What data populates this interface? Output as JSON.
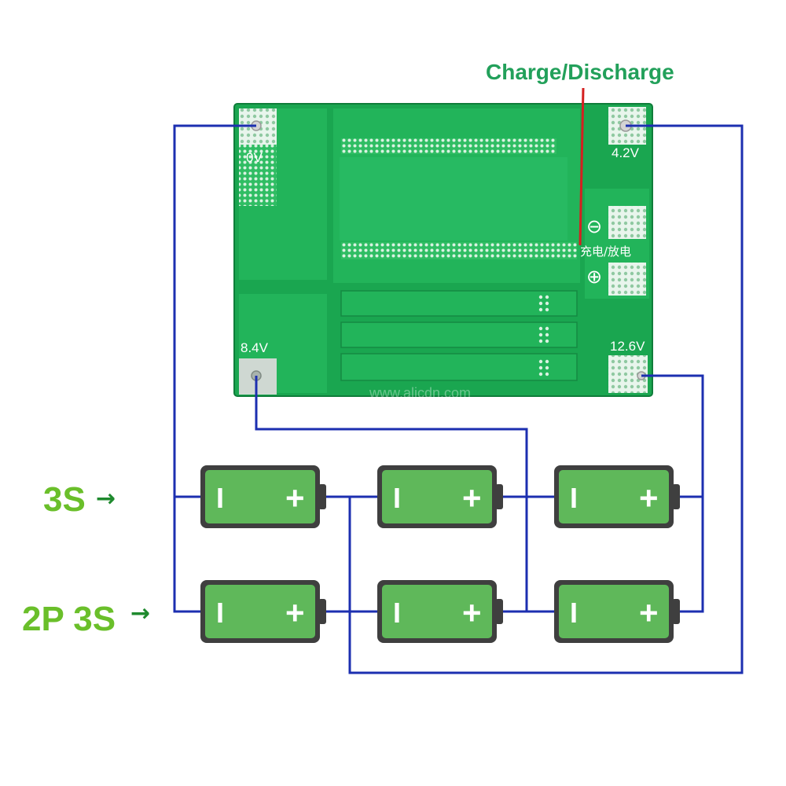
{
  "labels": {
    "charge_discharge": "Charge/Discharge",
    "cn_charge_discharge": "充电/放电",
    "pad_0v": "0V",
    "pad_4v2": "4.2V",
    "pad_8v4": "8.4V",
    "pad_12v6": "12.6V",
    "minus_symbol": "⊖",
    "plus_symbol": "⊕",
    "watermark": "www.alicdn.com",
    "row1_label": "3S",
    "row2_label": "2P 3S",
    "arrow": "→"
  },
  "battery": {
    "minus_glyph": "I",
    "plus_glyph": "+"
  },
  "colors": {
    "pcb_green": "#16a34a",
    "wire_blue": "#1c2fb0",
    "battery_green": "#5fb85a",
    "label_green": "#6abf2a",
    "charge_label_green": "#22a05a",
    "charge_line_red": "#d42020"
  }
}
